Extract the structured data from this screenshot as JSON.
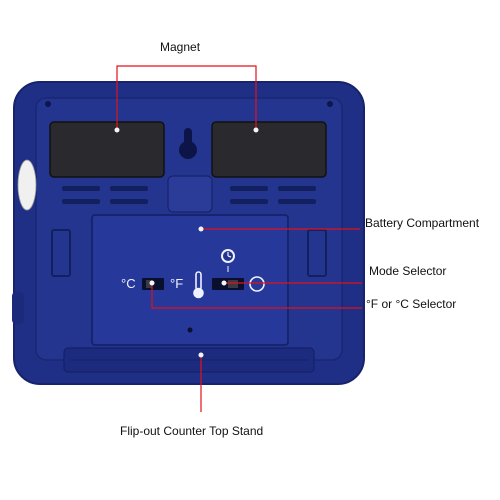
{
  "labels": {
    "magnet": "Magnet",
    "battery_compartment": "Battery Compartment",
    "mode_selector": "Mode Selector",
    "unit_selector": "°F or °C Selector",
    "stand": "Flip-out Counter Top Stand"
  },
  "device": {
    "celsius": "°C",
    "fahrenheit": "°F"
  },
  "colors": {
    "device_body": "#1f2f86",
    "device_edge": "#17236a",
    "magnet": "#2a2a2e",
    "callout_line": "#e0121a",
    "callout_dot": "#f4f4f4"
  },
  "icons": [
    "thermometer-icon",
    "clock-icon",
    "circle-icon",
    "hanging-hole-icon"
  ]
}
